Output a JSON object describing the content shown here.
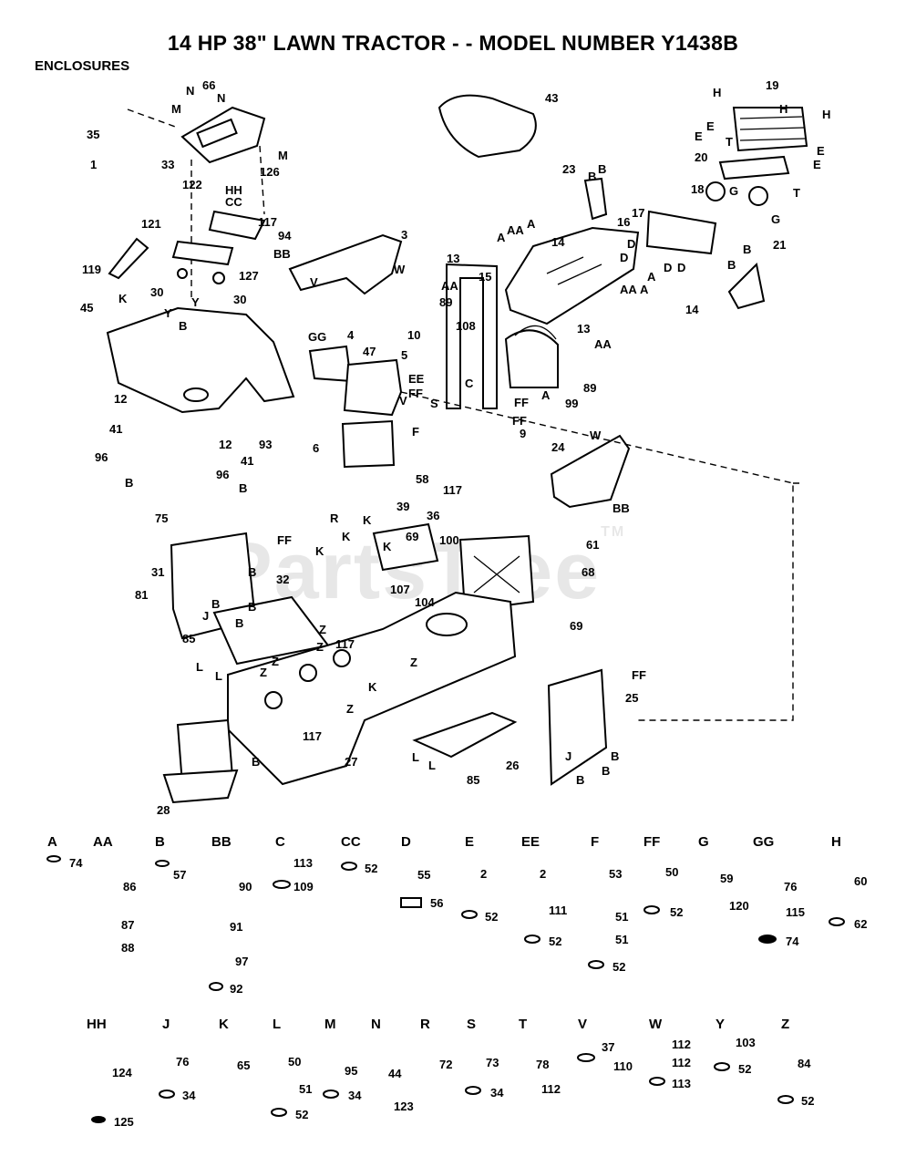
{
  "title": "14 HP 38\" LAWN TRACTOR - - MODEL NUMBER Y1438B",
  "section": "ENCLOSURES",
  "watermark": "PartsTree",
  "watermark_tm": "TM",
  "callouts": [
    {
      "id": "c66",
      "text": "66"
    },
    {
      "id": "cM",
      "text": "M"
    },
    {
      "id": "cN1",
      "text": "N"
    },
    {
      "id": "cN2",
      "text": "N"
    },
    {
      "id": "cM2",
      "text": "M"
    },
    {
      "id": "c35",
      "text": "35"
    },
    {
      "id": "c1",
      "text": "1"
    },
    {
      "id": "c33",
      "text": "33"
    },
    {
      "id": "c126",
      "text": "126"
    },
    {
      "id": "cHH",
      "text": "HH"
    },
    {
      "id": "cCC",
      "text": "CC"
    },
    {
      "id": "c122",
      "text": "122"
    },
    {
      "id": "c121",
      "text": "121"
    },
    {
      "id": "c117a",
      "text": "117"
    },
    {
      "id": "c94",
      "text": "94"
    },
    {
      "id": "c119",
      "text": "119"
    },
    {
      "id": "c127",
      "text": "127"
    },
    {
      "id": "c30a",
      "text": "30"
    },
    {
      "id": "c30b",
      "text": "30"
    },
    {
      "id": "cBB1",
      "text": "BB"
    },
    {
      "id": "c3",
      "text": "3"
    },
    {
      "id": "cV1",
      "text": "V"
    },
    {
      "id": "cW1",
      "text": "W"
    },
    {
      "id": "c45",
      "text": "45"
    },
    {
      "id": "cK1",
      "text": "K"
    },
    {
      "id": "cY1",
      "text": "Y"
    },
    {
      "id": "cY2",
      "text": "Y"
    },
    {
      "id": "cB1",
      "text": "B"
    },
    {
      "id": "c12a",
      "text": "12"
    },
    {
      "id": "c41a",
      "text": "41"
    },
    {
      "id": "c93",
      "text": "93"
    },
    {
      "id": "c12b",
      "text": "12"
    },
    {
      "id": "c41b",
      "text": "41"
    },
    {
      "id": "c96a",
      "text": "96"
    },
    {
      "id": "c96b",
      "text": "96"
    },
    {
      "id": "cB2",
      "text": "B"
    },
    {
      "id": "cB3",
      "text": "B"
    },
    {
      "id": "c75",
      "text": "75"
    },
    {
      "id": "c43",
      "text": "43"
    },
    {
      "id": "c19",
      "text": "19"
    },
    {
      "id": "cH1",
      "text": "H"
    },
    {
      "id": "cH2",
      "text": "H"
    },
    {
      "id": "cH3",
      "text": "H"
    },
    {
      "id": "cE1",
      "text": "E"
    },
    {
      "id": "cE2",
      "text": "E"
    },
    {
      "id": "cE3",
      "text": "E"
    },
    {
      "id": "cE4",
      "text": "E"
    },
    {
      "id": "cT1",
      "text": "T"
    },
    {
      "id": "c20",
      "text": "20"
    },
    {
      "id": "c18",
      "text": "18"
    },
    {
      "id": "cG1",
      "text": "G"
    },
    {
      "id": "cT2",
      "text": "T"
    },
    {
      "id": "cG2",
      "text": "G"
    },
    {
      "id": "c21",
      "text": "21"
    },
    {
      "id": "c23",
      "text": "23"
    },
    {
      "id": "cB4",
      "text": "B"
    },
    {
      "id": "cB5",
      "text": "B"
    },
    {
      "id": "c17",
      "text": "17"
    },
    {
      "id": "c16",
      "text": "16"
    },
    {
      "id": "cD1",
      "text": "D"
    },
    {
      "id": "cD2",
      "text": "D"
    },
    {
      "id": "cD3",
      "text": "D"
    },
    {
      "id": "cD4",
      "text": "D"
    },
    {
      "id": "cAA1",
      "text": "AA"
    },
    {
      "id": "cA1",
      "text": "A"
    },
    {
      "id": "cA2",
      "text": "A"
    },
    {
      "id": "c13a",
      "text": "13"
    },
    {
      "id": "c14a",
      "text": "14"
    },
    {
      "id": "c15",
      "text": "15"
    },
    {
      "id": "cAA2",
      "text": "AA"
    },
    {
      "id": "c89a",
      "text": "89"
    },
    {
      "id": "cA3",
      "text": "A"
    },
    {
      "id": "cAA3",
      "text": "AA"
    },
    {
      "id": "cA4",
      "text": "A"
    },
    {
      "id": "c14b",
      "text": "14"
    },
    {
      "id": "c13b",
      "text": "13"
    },
    {
      "id": "cAA4",
      "text": "AA"
    },
    {
      "id": "cB6",
      "text": "B"
    },
    {
      "id": "cB7",
      "text": "B"
    },
    {
      "id": "cGG1",
      "text": "GG"
    },
    {
      "id": "c4",
      "text": "4"
    },
    {
      "id": "c47",
      "text": "47"
    },
    {
      "id": "c5",
      "text": "5"
    },
    {
      "id": "c10",
      "text": "10"
    },
    {
      "id": "c108",
      "text": "108"
    },
    {
      "id": "cC1",
      "text": "C"
    },
    {
      "id": "c89b",
      "text": "89"
    },
    {
      "id": "c99",
      "text": "99"
    },
    {
      "id": "cA5",
      "text": "A"
    },
    {
      "id": "cEE1",
      "text": "EE"
    },
    {
      "id": "cFF1",
      "text": "FF"
    },
    {
      "id": "cV2",
      "text": "V"
    },
    {
      "id": "cS1",
      "text": "S"
    },
    {
      "id": "cF1",
      "text": "F"
    },
    {
      "id": "cFF2",
      "text": "FF"
    },
    {
      "id": "cFF3",
      "text": "FF"
    },
    {
      "id": "c9",
      "text": "9"
    },
    {
      "id": "c6",
      "text": "6"
    },
    {
      "id": "c24",
      "text": "24"
    },
    {
      "id": "cW2",
      "text": "W"
    },
    {
      "id": "cBB2",
      "text": "BB"
    },
    {
      "id": "c58",
      "text": "58"
    },
    {
      "id": "c117b",
      "text": "117"
    },
    {
      "id": "cR1",
      "text": "R"
    },
    {
      "id": "c39",
      "text": "39"
    },
    {
      "id": "c36",
      "text": "36"
    },
    {
      "id": "cK2",
      "text": "K"
    },
    {
      "id": "cK3",
      "text": "K"
    },
    {
      "id": "cK4",
      "text": "K"
    },
    {
      "id": "cK5",
      "text": "K"
    },
    {
      "id": "c69a",
      "text": "69"
    },
    {
      "id": "c100",
      "text": "100"
    },
    {
      "id": "c61",
      "text": "61"
    },
    {
      "id": "c68",
      "text": "68"
    },
    {
      "id": "c107",
      "text": "107"
    },
    {
      "id": "c104",
      "text": "104"
    },
    {
      "id": "c69b",
      "text": "69"
    },
    {
      "id": "cFF4",
      "text": "FF"
    },
    {
      "id": "c31",
      "text": "31"
    },
    {
      "id": "c32",
      "text": "32"
    },
    {
      "id": "cB8",
      "text": "B"
    },
    {
      "id": "c81",
      "text": "81"
    },
    {
      "id": "cB9",
      "text": "B"
    },
    {
      "id": "cB10",
      "text": "B"
    },
    {
      "id": "cB11",
      "text": "B"
    },
    {
      "id": "cJ1",
      "text": "J"
    },
    {
      "id": "c85a",
      "text": "85"
    },
    {
      "id": "cZ1",
      "text": "Z"
    },
    {
      "id": "cZ2",
      "text": "Z"
    },
    {
      "id": "cL1",
      "text": "L"
    },
    {
      "id": "cL2",
      "text": "L"
    },
    {
      "id": "cZ3",
      "text": "Z"
    },
    {
      "id": "cZ4",
      "text": "Z"
    },
    {
      "id": "c117c",
      "text": "117"
    },
    {
      "id": "cZ5",
      "text": "Z"
    },
    {
      "id": "cK6",
      "text": "K"
    },
    {
      "id": "cZ6",
      "text": "Z"
    },
    {
      "id": "c117d",
      "text": "117"
    },
    {
      "id": "cFF5",
      "text": "FF"
    },
    {
      "id": "c25",
      "text": "25"
    },
    {
      "id": "c27",
      "text": "27"
    },
    {
      "id": "c26",
      "text": "26"
    },
    {
      "id": "cL3",
      "text": "L"
    },
    {
      "id": "cL4",
      "text": "L"
    },
    {
      "id": "c85b",
      "text": "85"
    },
    {
      "id": "cJ2",
      "text": "J"
    },
    {
      "id": "cB12",
      "text": "B"
    },
    {
      "id": "cB13",
      "text": "B"
    },
    {
      "id": "cB14",
      "text": "B"
    },
    {
      "id": "cB15",
      "text": "B"
    },
    {
      "id": "c28",
      "text": "28"
    }
  ],
  "legend": [
    {
      "id": "gA",
      "letter": "A",
      "parts": [
        "74"
      ]
    },
    {
      "id": "gAA",
      "letter": "AA",
      "parts": [
        "86",
        "87",
        "88"
      ]
    },
    {
      "id": "gB",
      "letter": "B",
      "parts": [
        "57"
      ]
    },
    {
      "id": "gBB",
      "letter": "BB",
      "parts": [
        "90",
        "91",
        "97",
        "92"
      ]
    },
    {
      "id": "gC",
      "letter": "C",
      "parts": [
        "113",
        "109"
      ]
    },
    {
      "id": "gCC",
      "letter": "CC",
      "parts": [
        "52"
      ]
    },
    {
      "id": "gD",
      "letter": "D",
      "parts": [
        "55",
        "56"
      ]
    },
    {
      "id": "gE",
      "letter": "E",
      "parts": [
        "2",
        "52"
      ]
    },
    {
      "id": "gEE",
      "letter": "EE",
      "parts": [
        "2",
        "111",
        "52"
      ]
    },
    {
      "id": "gF",
      "letter": "F",
      "parts": [
        "53",
        "51",
        "51",
        "52"
      ]
    },
    {
      "id": "gFF",
      "letter": "FF",
      "parts": [
        "50",
        "52"
      ]
    },
    {
      "id": "gG",
      "letter": "G",
      "parts": [
        "59",
        "120"
      ]
    },
    {
      "id": "gGG",
      "letter": "GG",
      "parts": [
        "76",
        "115",
        "74"
      ]
    },
    {
      "id": "gH",
      "letter": "H",
      "parts": [
        "60",
        "62"
      ]
    },
    {
      "id": "gHH",
      "letter": "HH",
      "parts": [
        "124",
        "125"
      ]
    },
    {
      "id": "gJ",
      "letter": "J",
      "parts": [
        "76",
        "34"
      ]
    },
    {
      "id": "gK",
      "letter": "K",
      "parts": [
        "65"
      ]
    },
    {
      "id": "gL",
      "letter": "L",
      "parts": [
        "50",
        "51",
        "52"
      ]
    },
    {
      "id": "gM",
      "letter": "M",
      "parts": [
        "95",
        "34"
      ]
    },
    {
      "id": "gN",
      "letter": "N",
      "parts": [
        "44",
        "123"
      ]
    },
    {
      "id": "gR",
      "letter": "R",
      "parts": [
        "72"
      ]
    },
    {
      "id": "gS",
      "letter": "S",
      "parts": [
        "73",
        "34"
      ]
    },
    {
      "id": "gT",
      "letter": "T",
      "parts": [
        "78",
        "112"
      ]
    },
    {
      "id": "gV",
      "letter": "V",
      "parts": [
        "37",
        "110"
      ]
    },
    {
      "id": "gW",
      "letter": "W",
      "parts": [
        "112",
        "112",
        "113"
      ]
    },
    {
      "id": "gY",
      "letter": "Y",
      "parts": [
        "103",
        "52"
      ]
    },
    {
      "id": "gZ",
      "letter": "Z",
      "parts": [
        "84",
        "52"
      ]
    }
  ]
}
